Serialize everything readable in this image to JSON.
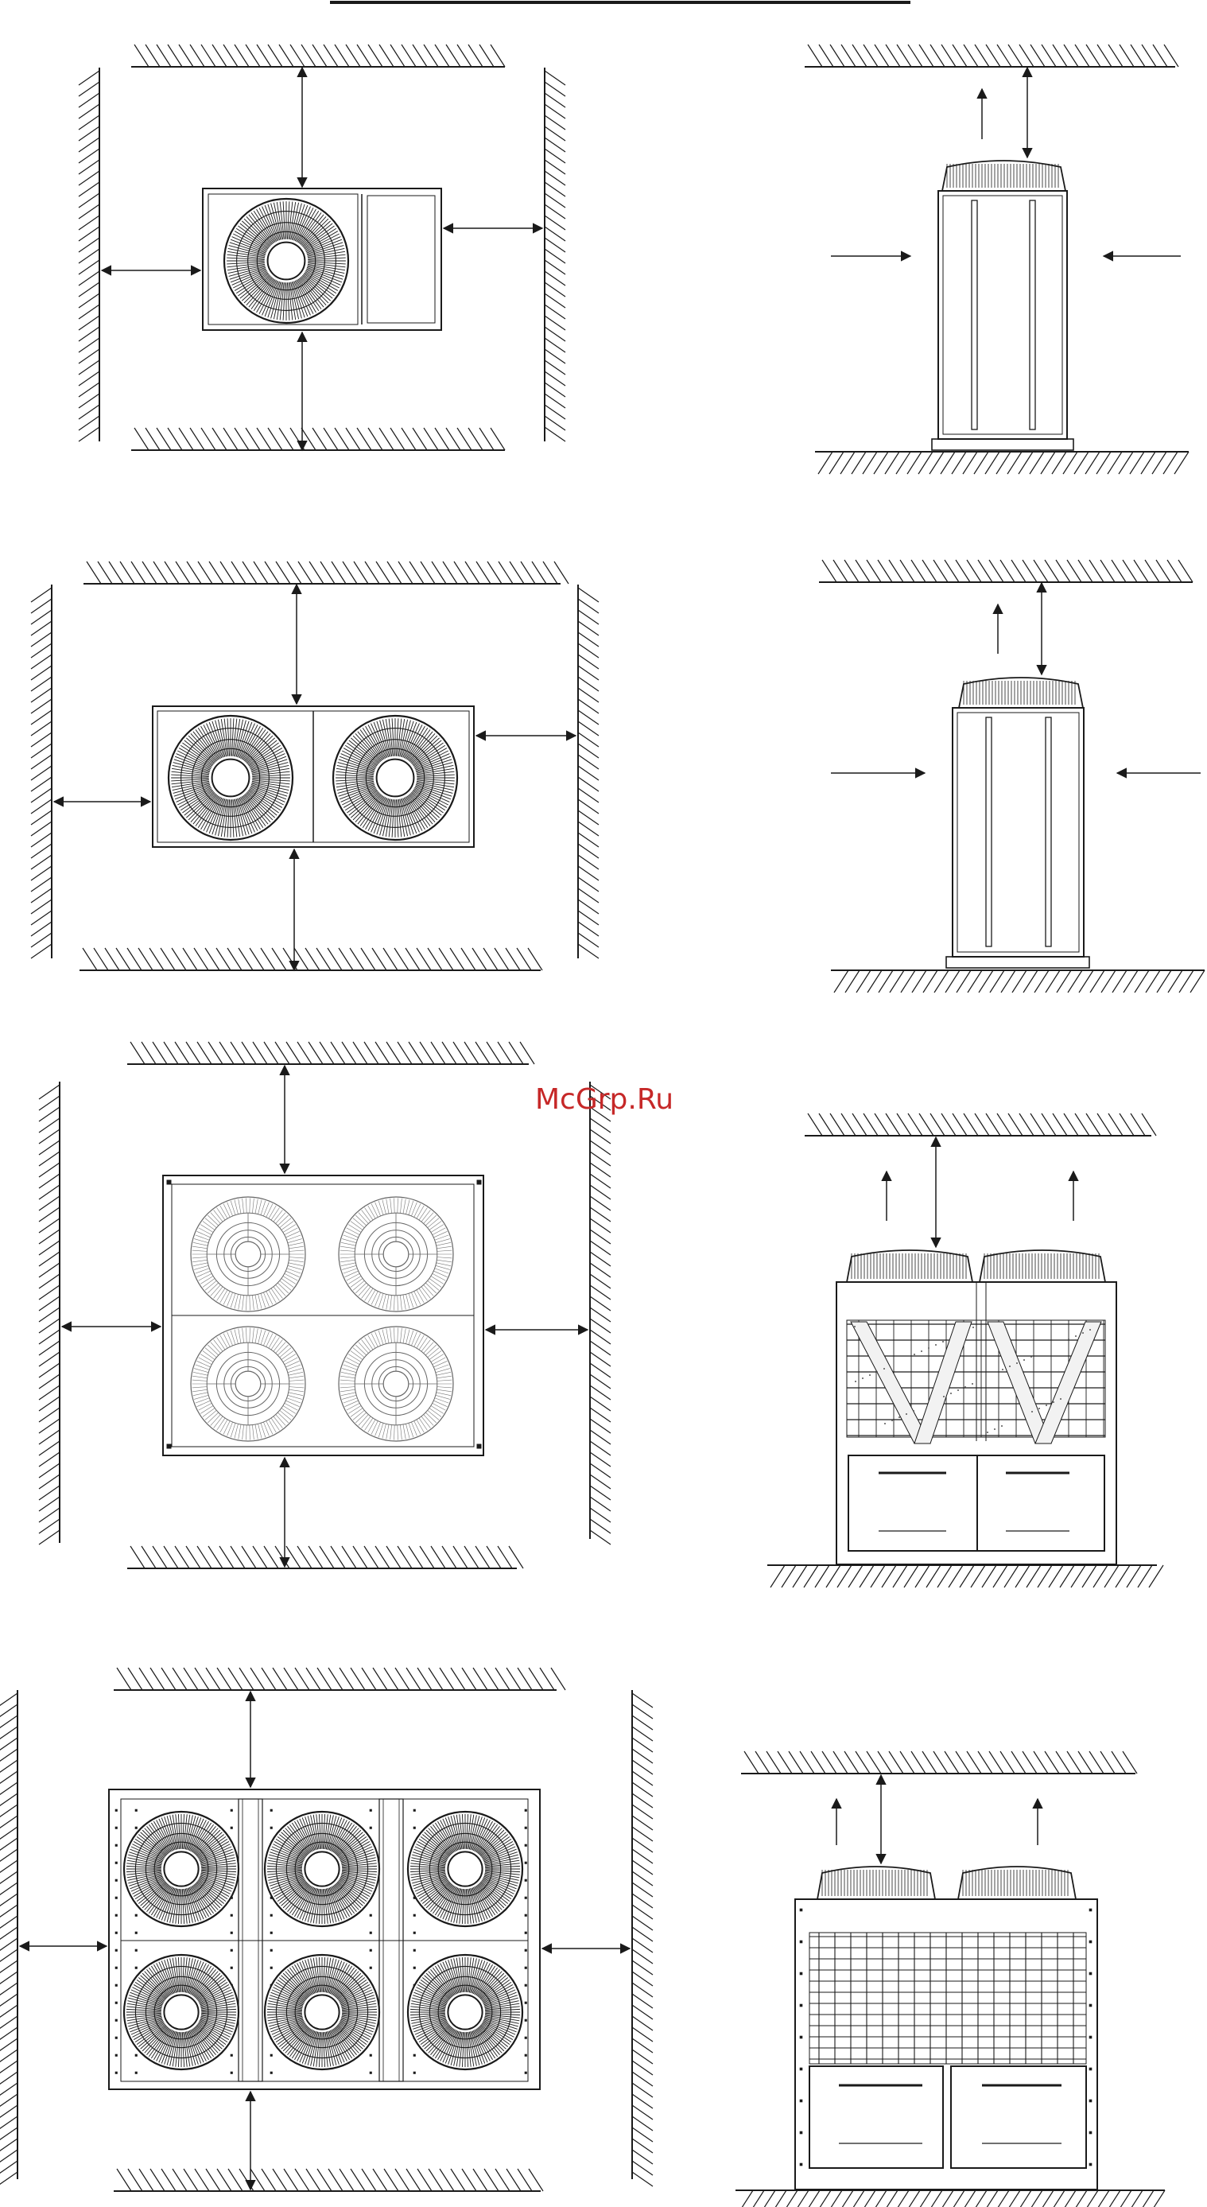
{
  "diagram": {
    "watermark": "McGrp.Ru",
    "colors": {
      "line": "#1a1a1a",
      "watermark": "#c62828",
      "background": "#ffffff"
    },
    "icons": [
      "fan-icon",
      "arrow-icon",
      "wall-hatch"
    ],
    "rows": [
      {
        "top_view": "single-fan-unit-top-view",
        "side_view": "single-fan-unit-side-view"
      },
      {
        "top_view": "dual-fan-unit-top-view",
        "side_view": "dual-fan-tall-unit-side-view"
      },
      {
        "top_view": "quad-fan-unit-top-view",
        "side_view": "twin-fan-modular-unit-side-view"
      },
      {
        "top_view": "six-fan-unit-top-view",
        "side_view": "twin-fan-large-unit-side-view"
      }
    ]
  }
}
